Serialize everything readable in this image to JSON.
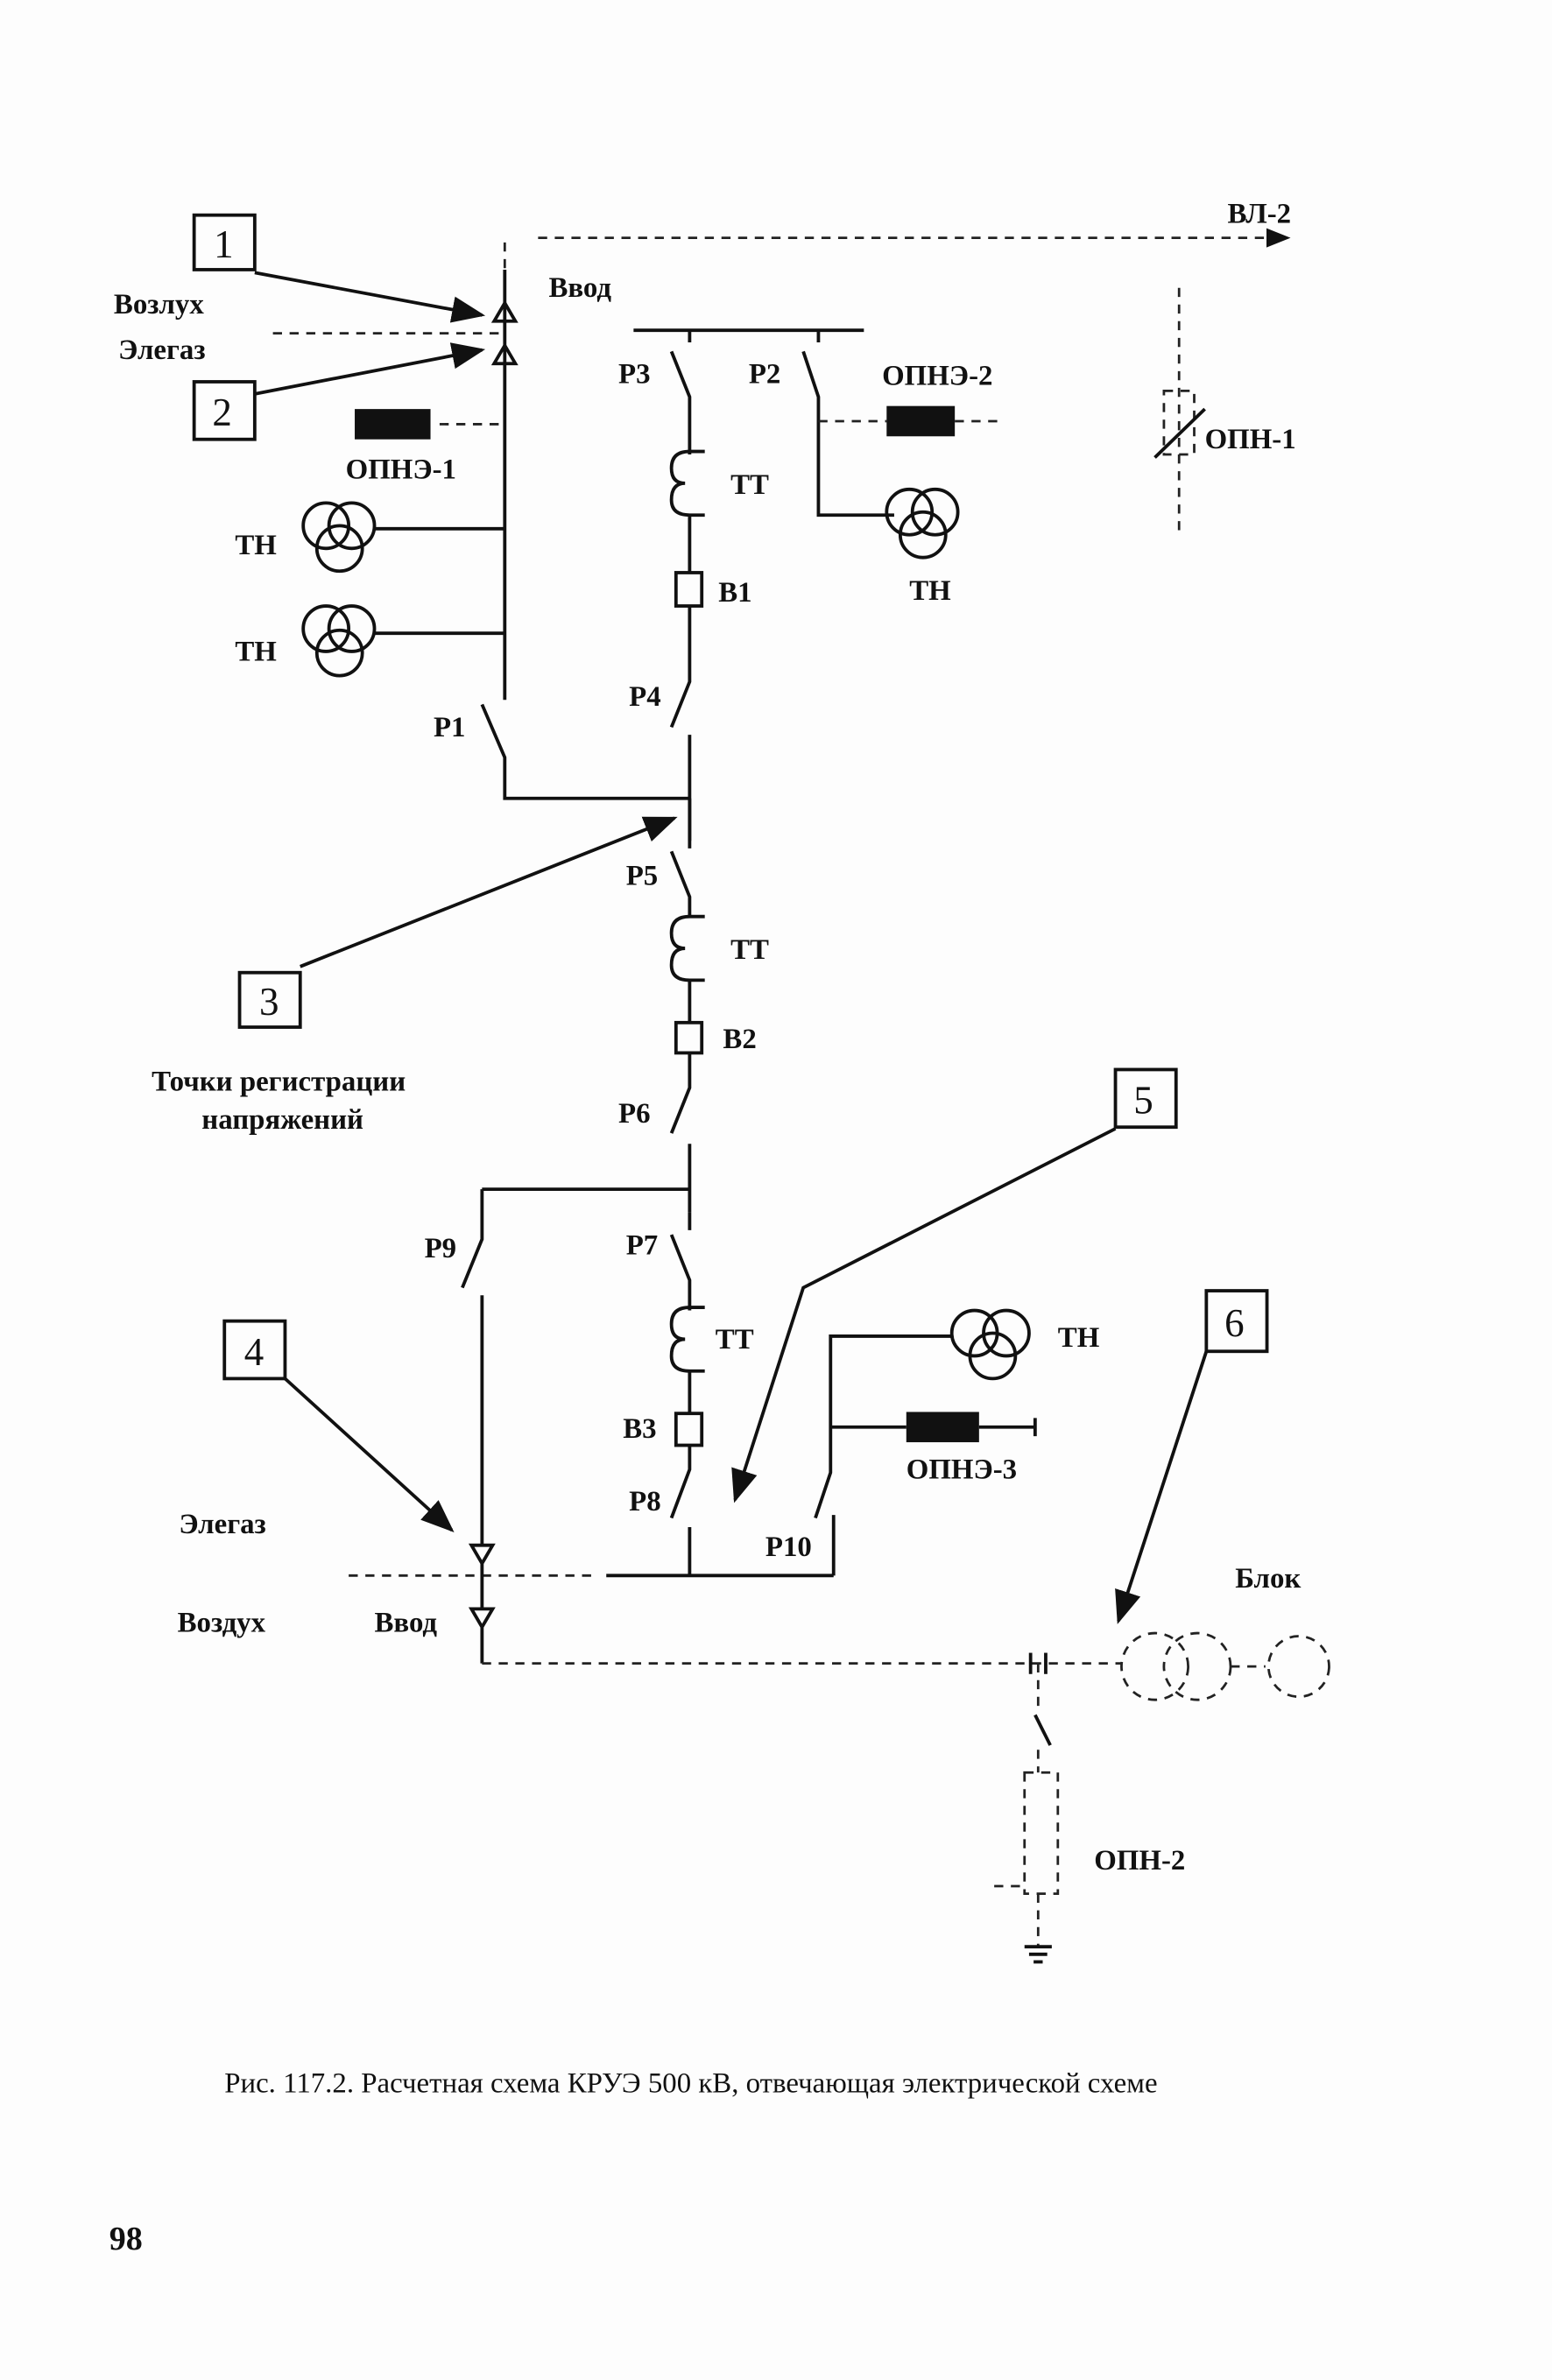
{
  "labels": {
    "vl2": "ВЛ-2",
    "vvod_top": "Ввод",
    "vozdukh_top": "Возлух",
    "elegaz_top": "Элегаз",
    "opne1": "ОПНЭ-1",
    "opne2": "ОПНЭ-2",
    "opne3": "ОПНЭ-3",
    "opn1": "ОПН-1",
    "opn2": "ОПН-2",
    "tn": "ТН",
    "tt": "ТТ",
    "b1": "В1",
    "b2": "В2",
    "b3": "В3",
    "p1": "Р1",
    "p2": "Р2",
    "p3": "Р3",
    "p4": "Р4",
    "p5": "Р5",
    "p6": "Р6",
    "p7": "Р7",
    "p8": "Р8",
    "p9": "Р9",
    "p10": "Р10",
    "reg_points_1": "Точки регистрации",
    "reg_points_2": "напряжений",
    "elegaz_bottom": "Элегаз",
    "vozdukh_bottom": "Воздух",
    "vvod_bottom": "Ввод",
    "blok": "Блок"
  },
  "markers": [
    "1",
    "2",
    "3",
    "4",
    "5",
    "6"
  ],
  "caption": "Рис. 117.2. Расчетная схема КРУЭ 500 кВ, отвечающая электрической схеме",
  "page_number": "98"
}
